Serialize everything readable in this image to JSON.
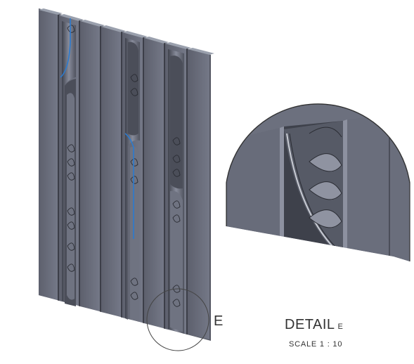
{
  "callout_label": "E",
  "detail": {
    "title": "DETAIL",
    "title_suffix": "E",
    "scale": "SCALE 1 : 10"
  },
  "colors": {
    "panel_face": "#6b6f7d",
    "panel_side": "#8a8e9b",
    "panel_dark": "#3f424d",
    "highlight_edge": "#2b7bd0",
    "background": "#ffffff"
  }
}
